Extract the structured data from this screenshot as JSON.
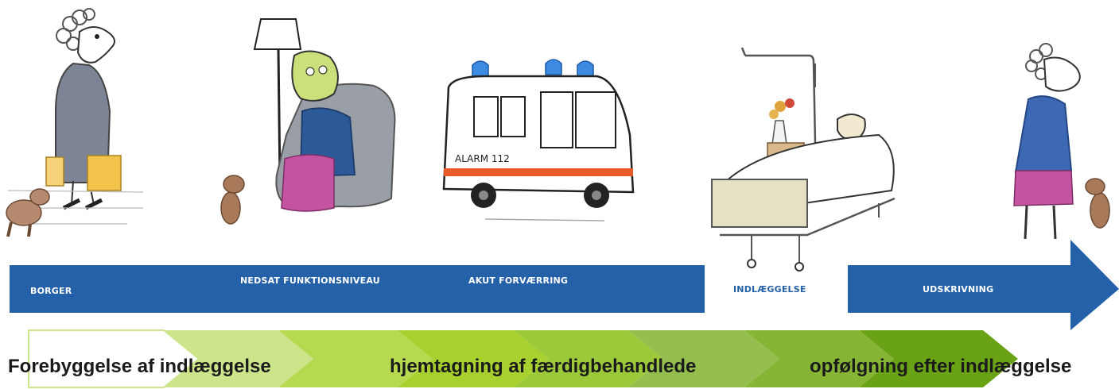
{
  "stages": [
    {
      "label": "BORGER"
    },
    {
      "label": "NEDSAT FUNKTIONSNIVEAU"
    },
    {
      "label": "AKUT FORVÆRRING"
    },
    {
      "label": "INDLÆGGELSE"
    },
    {
      "label": "UDSKRIVNING"
    }
  ],
  "phases": [
    {
      "label": "Forebyggelse af indlæggelse"
    },
    {
      "label": "hjemtagning af færdigbehandlede"
    },
    {
      "label": "opfølgning efter indlæggelse"
    }
  ],
  "illustrations": {
    "ambulance_text": "ALARM 112"
  },
  "colors": {
    "timeline_blue": "#2461a8",
    "chevron_greens": [
      "#ffffff",
      "#cde58a",
      "#b6d94f",
      "#a8d02e",
      "#9cc93a",
      "#94bf4e",
      "#86b536",
      "#7aae2a",
      "#6aa216"
    ]
  }
}
